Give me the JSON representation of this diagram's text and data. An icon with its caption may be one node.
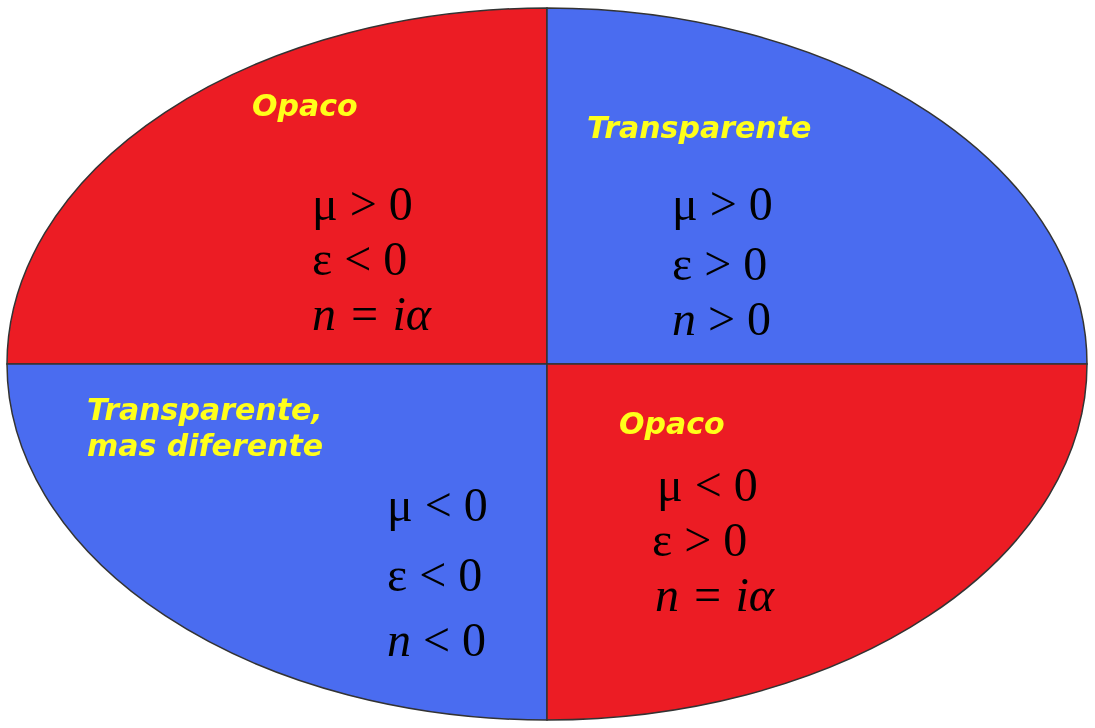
{
  "diagram": {
    "nodes": [
      {
        "text": [
          "Opaco",
          "μ > 0",
          "ε < 0",
          "*n = iα*"
        ]
      },
      {
        "text": [
          "Transparente",
          "μ > 0",
          "ε > 0",
          "*n* > 0"
        ]
      },
      {
        "text": [
          "Transparente, mas diferente",
          "μ < 0",
          "ε < 0",
          "*n* < 0"
        ]
      },
      {
        "text": [
          "Opaco",
          "μ < 0",
          "ε > 0",
          "*n = iα*"
        ]
      }
    ]
  }
}
